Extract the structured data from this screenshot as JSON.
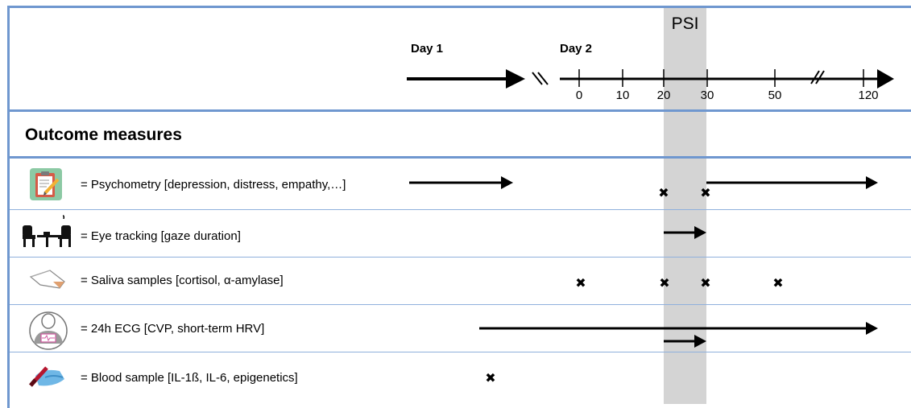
{
  "timeline": {
    "psi_label": "PSI",
    "day1_label": "Day 1",
    "day2_label": "Day 2",
    "ticks": [
      "0",
      "10",
      "20",
      "30",
      "50",
      "120"
    ]
  },
  "section_title": "Outcome measures",
  "rows": [
    {
      "label": "= Psychometry [depression, distress, empathy,…]",
      "icon": "clipboard-icon"
    },
    {
      "label": "= Eye tracking [gaze duration]",
      "icon": "two-people-at-desk-icon"
    },
    {
      "label": "= Saliva samples [cortisol, α-amylase]",
      "icon": "saliva-tube-icon"
    },
    {
      "label": "= 24h ECG [CVP, short-term HRV]",
      "icon": "ecg-person-icon"
    },
    {
      "label": "= Blood  sample [IL-1ß, IL-6, epigenetics]",
      "icon": "blood-sample-hand-icon"
    }
  ],
  "colors": {
    "frame": "#6f97cf",
    "psi_band": "#d4d4d4"
  }
}
